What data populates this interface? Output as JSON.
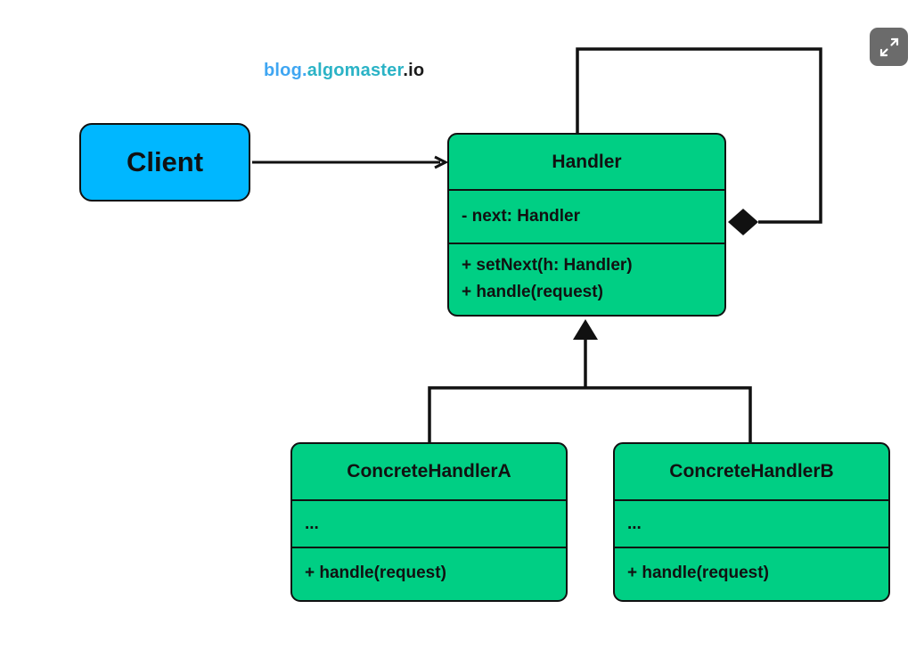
{
  "watermark": {
    "part1": "blog.",
    "part2": "algomaster",
    "part3": ".io"
  },
  "toolbar": {
    "expand_icon": "expand-arrows-icon"
  },
  "client": {
    "label": "Client"
  },
  "handler": {
    "name": "Handler",
    "attributes": [
      "- next: Handler"
    ],
    "operations": [
      "+ setNext(h: Handler)",
      "+ handle(request)"
    ]
  },
  "concrete_handlers": [
    {
      "name": "ConcreteHandlerA",
      "attributes": [
        "..."
      ],
      "operations": [
        "+ handle(request)"
      ]
    },
    {
      "name": "ConcreteHandlerB",
      "attributes": [
        "..."
      ],
      "operations": [
        "+ handle(request)"
      ]
    }
  ],
  "colors": {
    "client_fill": "#00b7ff",
    "class_fill": "#00cf84",
    "stroke": "#111111",
    "button_bg": "#6b6b6b"
  }
}
